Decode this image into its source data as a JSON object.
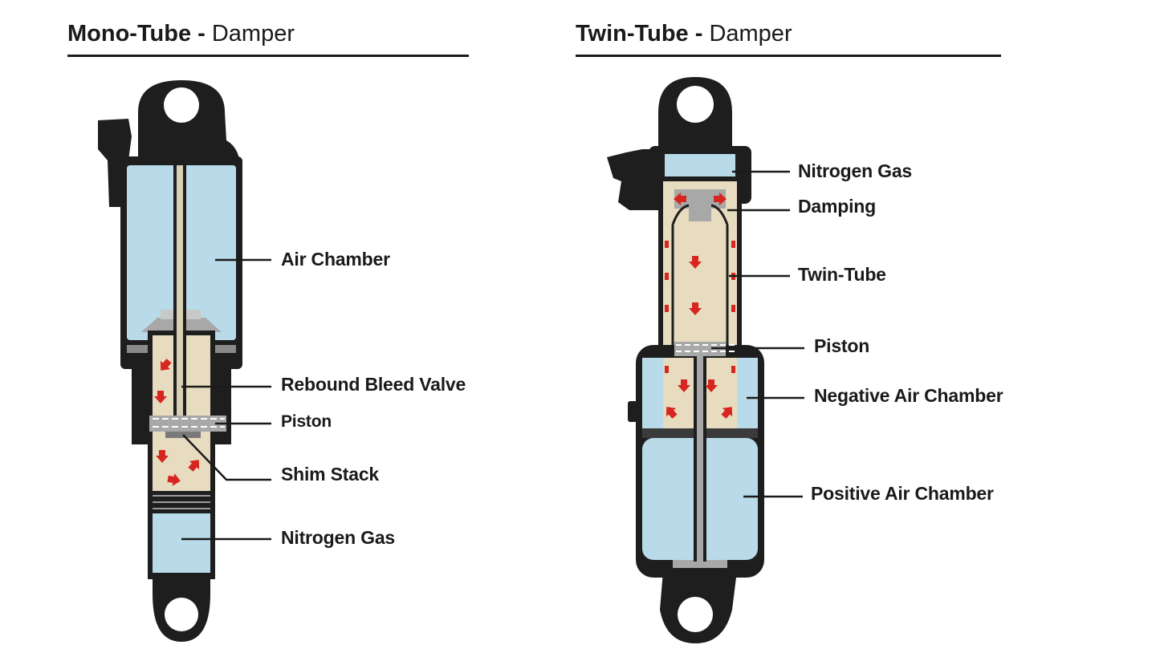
{
  "mono": {
    "title_bold": "Mono-Tube",
    "title_sep": " - ",
    "title_light": "Damper",
    "labels": {
      "air_chamber": "Air Chamber",
      "rebound_bleed_valve": "Rebound Bleed Valve",
      "piston": "Piston",
      "shim_stack": "Shim Stack",
      "nitrogen_gas": "Nitrogen Gas"
    }
  },
  "twin": {
    "title_bold": "Twin-Tube",
    "title_sep": " - ",
    "title_light": "Damper",
    "labels": {
      "nitrogen_gas": "Nitrogen Gas",
      "damping": "Damping",
      "twin_tube": "Twin-Tube",
      "piston": "Piston",
      "negative_air_chamber": "Negative Air Chamber",
      "positive_air_chamber": "Positive Air Chamber"
    }
  },
  "colors": {
    "body": "#1e1e1e",
    "air": "#b9dbe9",
    "oil": "#e8dcc0",
    "flow_arrow": "#d6261f",
    "piston": "#a8a8a8"
  }
}
